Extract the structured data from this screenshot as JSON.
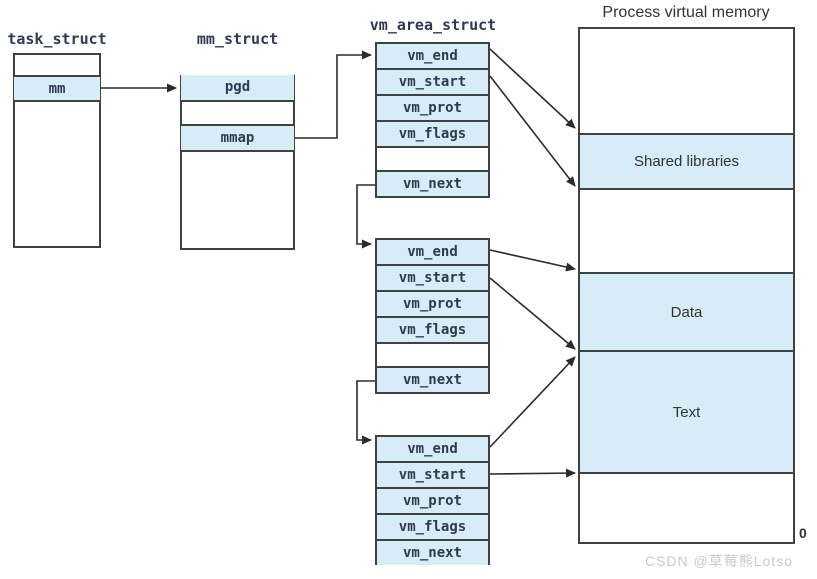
{
  "task_struct": {
    "title": "task_struct",
    "mm_label": "mm"
  },
  "mm_struct": {
    "title": "mm_struct",
    "pgd_label": "pgd",
    "mmap_label": "mmap"
  },
  "vm_area": {
    "title": "vm_area_struct",
    "blocks": [
      {
        "rows": [
          "vm_end",
          "vm_start",
          "vm_prot",
          "vm_flags",
          "",
          "vm_next"
        ]
      },
      {
        "rows": [
          "vm_end",
          "vm_start",
          "vm_prot",
          "vm_flags",
          "",
          "vm_next"
        ]
      },
      {
        "rows": [
          "vm_end",
          "vm_start",
          "vm_prot",
          "vm_flags",
          "vm_next"
        ]
      }
    ]
  },
  "memory": {
    "title": "Process virtual memory",
    "regions": [
      "Shared libraries",
      "Data",
      "Text"
    ],
    "origin_label": "0"
  },
  "watermark": "CSDN @草莓熊Lotso",
  "colors": {
    "cell_fill": "#d6ecf7",
    "border": "#414141",
    "mono_text": "#2e3a52",
    "label_text": "#333333",
    "arrow": "#2b2b2b",
    "watermark": "#c9c9c9"
  }
}
